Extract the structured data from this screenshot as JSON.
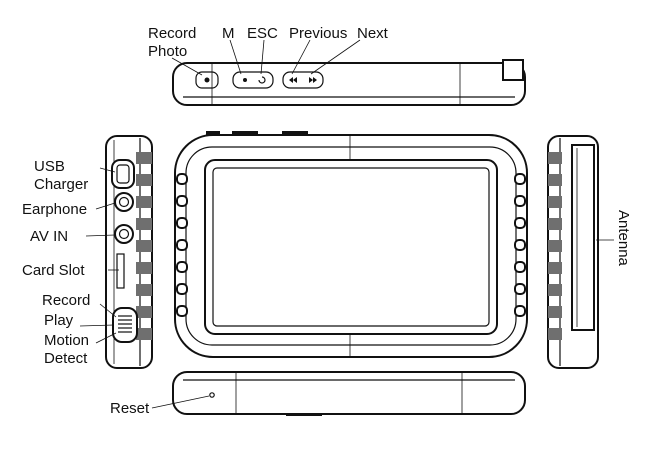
{
  "labels": {
    "record_photo": [
      "Record",
      "Photo"
    ],
    "m": "M",
    "esc": "ESC",
    "previous": "Previous",
    "next": "Next",
    "usb_charger": [
      "USB",
      "Charger"
    ],
    "earphone": "Earphone",
    "av_in": "AV IN",
    "card_slot": "Card Slot",
    "record": "Record",
    "play": "Play",
    "motion_detect": [
      "Motion",
      "Detect"
    ],
    "reset": "Reset",
    "antenna": "Antenna"
  }
}
